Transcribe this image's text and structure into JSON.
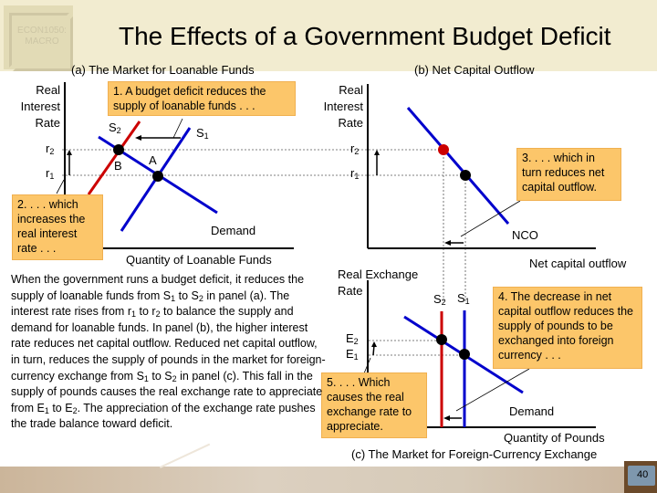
{
  "slide": {
    "title": "The Effects of a Government Budget Deficit",
    "logo_text": [
      "ECON1050:",
      "MACRO"
    ],
    "page_number": "40",
    "colors": {
      "header_bg": "#f2ecd0",
      "callout_bg": "#fcc66a",
      "blue_line": "#0000cc",
      "red_line": "#cc0000"
    }
  },
  "panel_a": {
    "title": "(a) The Market for Loanable Funds",
    "y_label": [
      "Real",
      "Interest",
      "Rate"
    ],
    "x_label": "Quantity of Loanable Funds",
    "r2_label": "r",
    "r2_sub": "2",
    "r1_label": "r",
    "r1_sub": "1",
    "s1_label": "S",
    "s1_sub": "1",
    "s2_label": "S",
    "s2_sub": "2",
    "point_a": "A",
    "point_b": "B",
    "demand_label": "Demand",
    "callout_1": "1. A budget deficit reduces the supply of loanable funds . . .",
    "callout_2": "2. . . . which increases the real interest rate . . ."
  },
  "panel_b": {
    "title": "(b) Net Capital Outflow",
    "y_label": [
      "Real",
      "Interest",
      "Rate"
    ],
    "x_label": "Net capital outflow",
    "r2_label": "r",
    "r2_sub": "2",
    "r1_label": "r",
    "r1_sub": "1",
    "curve_label": "NCO",
    "callout_3": "3. . . . which in turn reduces net capital outflow."
  },
  "panel_c": {
    "title": "(c) The Market for Foreign-Currency Exchange",
    "y_label": [
      "Real Exchange",
      "Rate"
    ],
    "x_label": "Quantity of Pounds",
    "e2_label": "E",
    "e2_sub": "2",
    "e1_label": "E",
    "e1_sub": "1",
    "s2_label": "S",
    "s2_sub": "2",
    "s1_label": "S",
    "s1_sub": "1",
    "demand_label": "Demand",
    "callout_4": "4. The decrease in net capital outflow reduces the supply of pounds to be exchanged into foreign currency . . .",
    "callout_5": "5. . . . Which causes the real exchange rate to appreciate."
  },
  "explanation": {
    "p1": "When the government runs a budget deficit, it reduces the supply of loanable funds from ",
    "s1": "S",
    "s1_sub": "1",
    "to1": " to ",
    "s2": "S",
    "s2_sub": "2",
    "p2": " in panel (a). The interest rate rises from ",
    "r1": "r",
    "r1_sub": "1",
    "to2": " to ",
    "r2": "r",
    "r2_sub": "2",
    "p3": " to balance the supply and demand for loanable funds. In panel (b), the higher interest rate reduces net capital outflow. Reduced net capital outflow, in turn, reduces the supply of pounds in the market for foreign-currency exchange from ",
    "s1b": "S",
    "s1b_sub": "1",
    "to3": " to ",
    "s2b": "S",
    "s2b_sub": "2",
    "p4": " in panel (c). This fall in the supply of pounds causes the real exchange rate to appreciate from ",
    "e1": "E",
    "e1_sub": "1",
    "to4": " to ",
    "e2": "E",
    "e2_sub": "2",
    "p5": ". The appreciation of the exchange rate pushes the trade balance toward deficit."
  }
}
